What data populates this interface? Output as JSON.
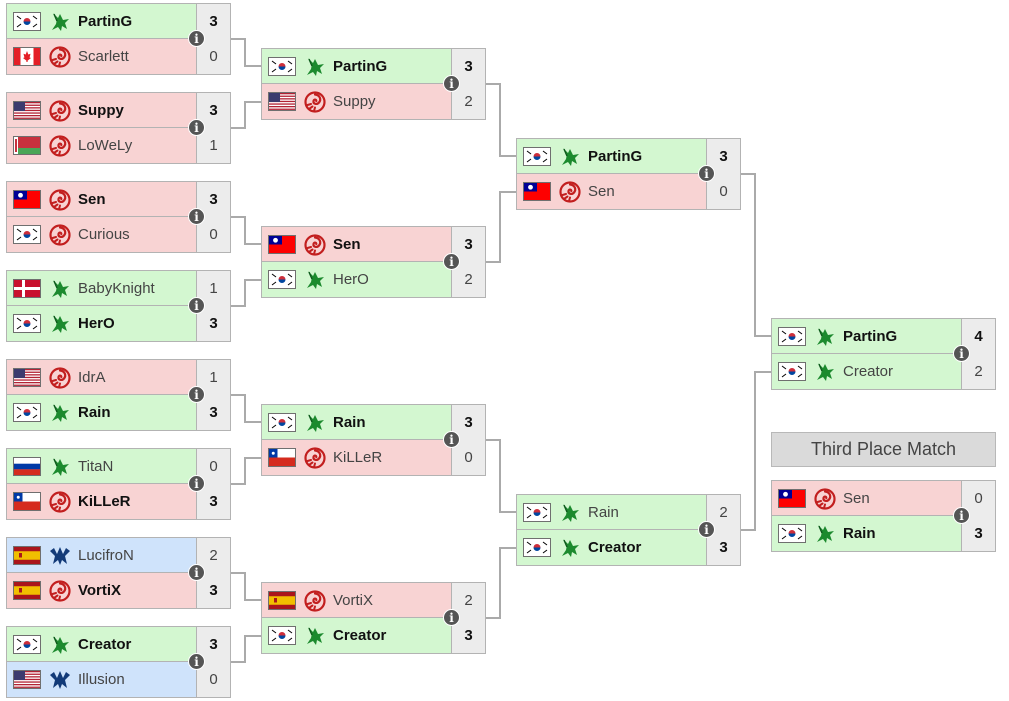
{
  "flags": {
    "kr": "south-korea-flag-icon",
    "ca": "canada-flag-icon",
    "us": "united-states-flag-icon",
    "by": "belarus-flag-icon",
    "tw": "taiwan-flag-icon",
    "dk": "denmark-flag-icon",
    "ru": "russia-flag-icon",
    "cl": "chile-flag-icon",
    "es": "spain-flag-icon"
  },
  "races": {
    "protoss": "protoss-race-icon",
    "zerg": "zerg-race-icon",
    "terran": "terran-race-icon"
  },
  "colors": {
    "zerg_bg": "#f8d3d3",
    "terran_bg": "#cfe3fb",
    "protoss_bg": "#d3f7d0",
    "score_bg": "#ececec",
    "connector": "#aaaaaa"
  },
  "third_place_label": "Third Place Match",
  "info_glyph": "i",
  "matches": [
    {
      "id": "r1m1",
      "players": [
        {
          "name": "PartinG",
          "flag": "kr",
          "race": "protoss",
          "score": "3",
          "win": true
        },
        {
          "name": "Scarlett",
          "flag": "ca",
          "race": "zerg",
          "score": "0",
          "win": false
        }
      ]
    },
    {
      "id": "r1m2",
      "players": [
        {
          "name": "Suppy",
          "flag": "us",
          "race": "zerg",
          "score": "3",
          "win": true
        },
        {
          "name": "LoWeLy",
          "flag": "by",
          "race": "zerg",
          "score": "1",
          "win": false
        }
      ]
    },
    {
      "id": "r1m3",
      "players": [
        {
          "name": "Sen",
          "flag": "tw",
          "race": "zerg",
          "score": "3",
          "win": true
        },
        {
          "name": "Curious",
          "flag": "kr",
          "race": "zerg",
          "score": "0",
          "win": false
        }
      ]
    },
    {
      "id": "r1m4",
      "players": [
        {
          "name": "BabyKnight",
          "flag": "dk",
          "race": "protoss",
          "score": "1",
          "win": false
        },
        {
          "name": "HerO",
          "flag": "kr",
          "race": "protoss",
          "score": "3",
          "win": true
        }
      ]
    },
    {
      "id": "r1m5",
      "players": [
        {
          "name": "IdrA",
          "flag": "us",
          "race": "zerg",
          "score": "1",
          "win": false
        },
        {
          "name": "Rain",
          "flag": "kr",
          "race": "protoss",
          "score": "3",
          "win": true
        }
      ]
    },
    {
      "id": "r1m6",
      "players": [
        {
          "name": "TitaN",
          "flag": "ru",
          "race": "protoss",
          "score": "0",
          "win": false
        },
        {
          "name": "KiLLeR",
          "flag": "cl",
          "race": "zerg",
          "score": "3",
          "win": true
        }
      ]
    },
    {
      "id": "r1m7",
      "players": [
        {
          "name": "LucifroN",
          "flag": "es",
          "race": "terran",
          "score": "2",
          "win": false
        },
        {
          "name": "VortiX",
          "flag": "es",
          "race": "zerg",
          "score": "3",
          "win": true
        }
      ]
    },
    {
      "id": "r1m8",
      "players": [
        {
          "name": "Creator",
          "flag": "kr",
          "race": "protoss",
          "score": "3",
          "win": true
        },
        {
          "name": "Illusion",
          "flag": "us",
          "race": "terran",
          "score": "0",
          "win": false
        }
      ]
    },
    {
      "id": "r2m1",
      "players": [
        {
          "name": "PartinG",
          "flag": "kr",
          "race": "protoss",
          "score": "3",
          "win": true
        },
        {
          "name": "Suppy",
          "flag": "us",
          "race": "zerg",
          "score": "2",
          "win": false
        }
      ]
    },
    {
      "id": "r2m2",
      "players": [
        {
          "name": "Sen",
          "flag": "tw",
          "race": "zerg",
          "score": "3",
          "win": true
        },
        {
          "name": "HerO",
          "flag": "kr",
          "race": "protoss",
          "score": "2",
          "win": false
        }
      ]
    },
    {
      "id": "r2m3",
      "players": [
        {
          "name": "Rain",
          "flag": "kr",
          "race": "protoss",
          "score": "3",
          "win": true
        },
        {
          "name": "KiLLeR",
          "flag": "cl",
          "race": "zerg",
          "score": "0",
          "win": false
        }
      ]
    },
    {
      "id": "r2m4",
      "players": [
        {
          "name": "VortiX",
          "flag": "es",
          "race": "zerg",
          "score": "2",
          "win": false
        },
        {
          "name": "Creator",
          "flag": "kr",
          "race": "protoss",
          "score": "3",
          "win": true
        }
      ]
    },
    {
      "id": "r3m1",
      "players": [
        {
          "name": "PartinG",
          "flag": "kr",
          "race": "protoss",
          "score": "3",
          "win": true
        },
        {
          "name": "Sen",
          "flag": "tw",
          "race": "zerg",
          "score": "0",
          "win": false
        }
      ]
    },
    {
      "id": "r3m2",
      "players": [
        {
          "name": "Rain",
          "flag": "kr",
          "race": "protoss",
          "score": "2",
          "win": false
        },
        {
          "name": "Creator",
          "flag": "kr",
          "race": "protoss",
          "score": "3",
          "win": true
        }
      ]
    },
    {
      "id": "final",
      "players": [
        {
          "name": "PartinG",
          "flag": "kr",
          "race": "protoss",
          "score": "4",
          "win": true
        },
        {
          "name": "Creator",
          "flag": "kr",
          "race": "protoss",
          "score": "2",
          "win": false
        }
      ]
    },
    {
      "id": "third",
      "players": [
        {
          "name": "Sen",
          "flag": "tw",
          "race": "zerg",
          "score": "0",
          "win": false
        },
        {
          "name": "Rain",
          "flag": "kr",
          "race": "protoss",
          "score": "3",
          "win": true
        }
      ]
    }
  ]
}
